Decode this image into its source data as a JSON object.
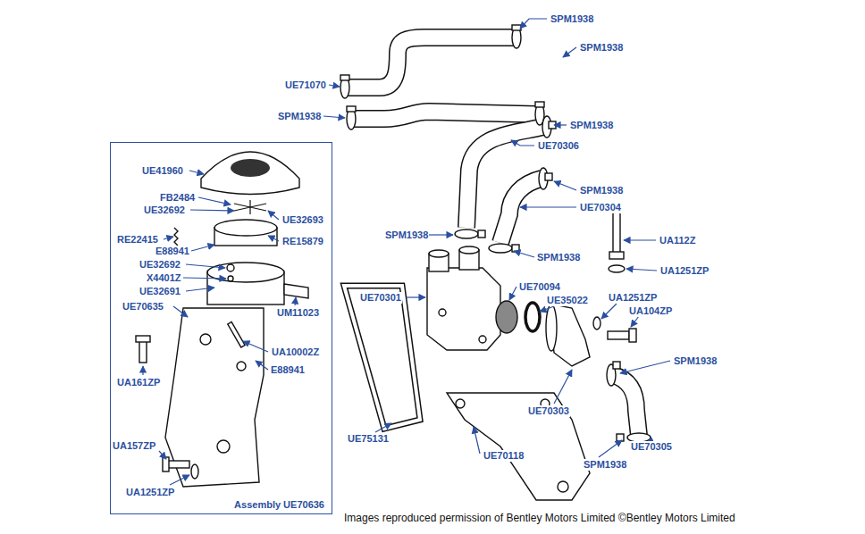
{
  "diagram": {
    "caption": "Images reproduced permission of Bentley Motors Limited ©Bentley Motors Limited",
    "nodes": [
      {
        "text": [
          "Assembly UE70636"
        ]
      }
    ],
    "labels": [
      "SPM1938",
      "SPM1938",
      "UE71070",
      "SPM1938",
      "SPM1938",
      "UE70306",
      "UE41960",
      "FB2484",
      "UE32692",
      "UE32693",
      "RE22415",
      "RE15879",
      "E88941",
      "UE32692",
      "X4401Z",
      "UE32691",
      "UM11023",
      "UE70635",
      "SPM1938",
      "UE70304",
      "SPM1938",
      "SPM1938",
      "UA112Z",
      "UA1251ZP",
      "UE70301",
      "UE70094",
      "UE35022",
      "UA1251ZP",
      "UA104ZP",
      "UA10002Z",
      "E88941",
      "UA161ZP",
      "SPM1938",
      "UE70303",
      "UE75131",
      "UE70118",
      "UE70305",
      "SPM1938",
      "UA157ZP",
      "UA1251ZP"
    ]
  }
}
